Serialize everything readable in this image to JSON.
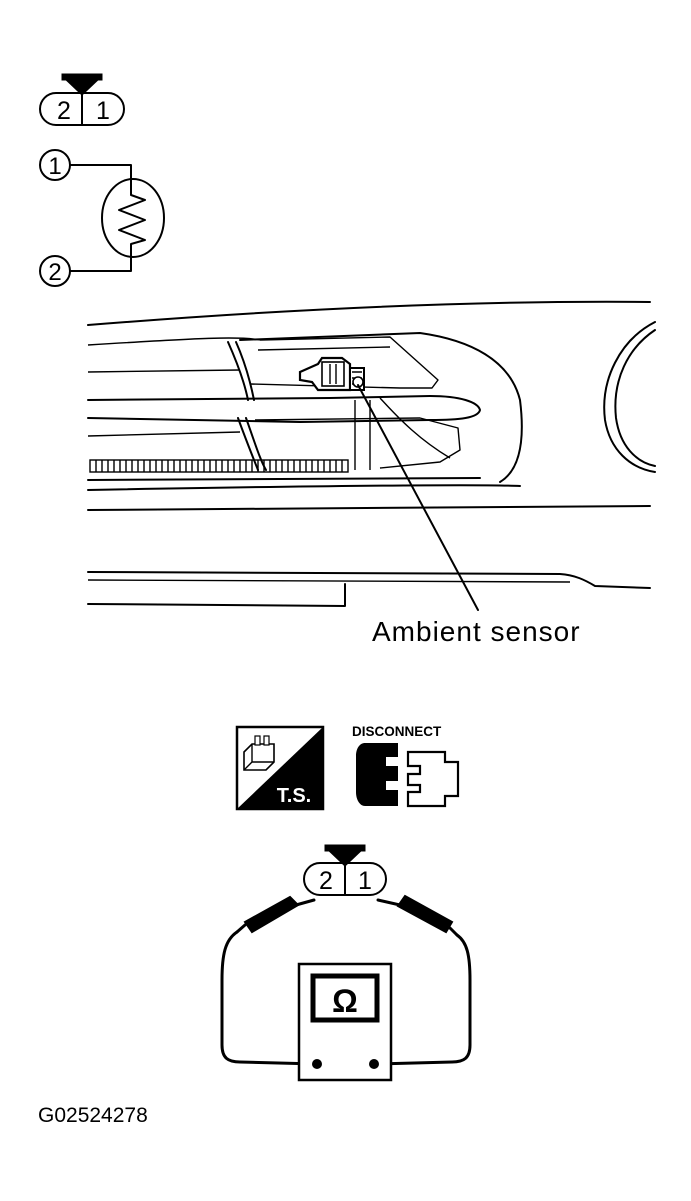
{
  "connector_top": {
    "pin_left": "2",
    "pin_right": "1"
  },
  "circuit": {
    "terminal_1": "1",
    "terminal_2": "2"
  },
  "illustration": {
    "callout_label": "Ambient sensor"
  },
  "badges": {
    "ts_label": "T.S.",
    "disconnect_label": "DISCONNECT"
  },
  "meter": {
    "pin_left": "2",
    "pin_right": "1",
    "symbol": "Ω"
  },
  "figure_id": "G02524278"
}
